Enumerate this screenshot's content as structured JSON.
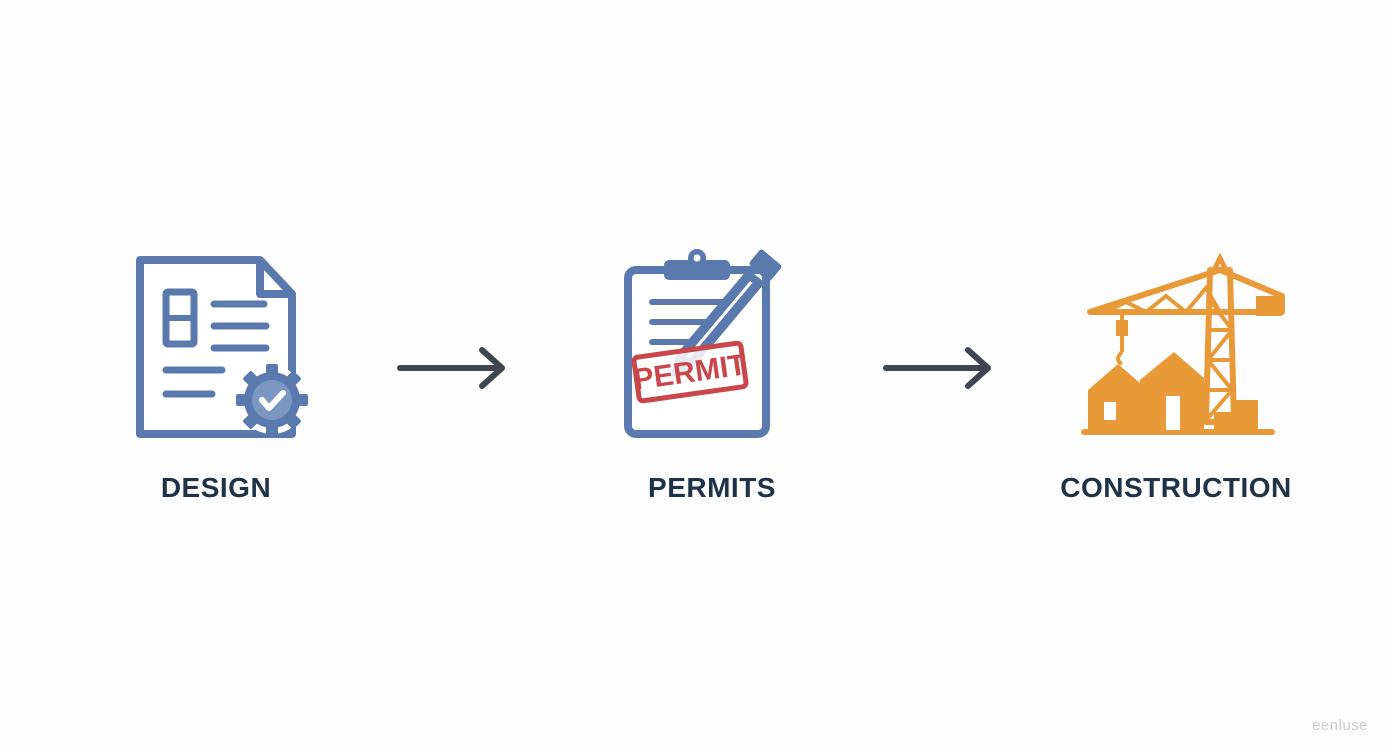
{
  "steps": [
    {
      "label": "DESIGN",
      "icon": "document-check-icon",
      "color": "#5a7aae"
    },
    {
      "label": "PERMITS",
      "icon": "clipboard-permit-icon",
      "color": "#5a7aae",
      "stamp_text": "PERMIT",
      "stamp_color": "#c9464b"
    },
    {
      "label": "CONSTRUCTION",
      "icon": "crane-house-icon",
      "color": "#e89a38"
    }
  ],
  "arrows": [
    {
      "icon": "arrow-right-icon",
      "color": "#3e4652"
    },
    {
      "icon": "arrow-right-icon",
      "color": "#3e4652"
    }
  ],
  "watermark": "eenluse",
  "colors": {
    "background": "#fdfdfd",
    "label": "#1e3248",
    "blue": "#5a7aae",
    "orange": "#e89a38",
    "red": "#c9464b"
  }
}
